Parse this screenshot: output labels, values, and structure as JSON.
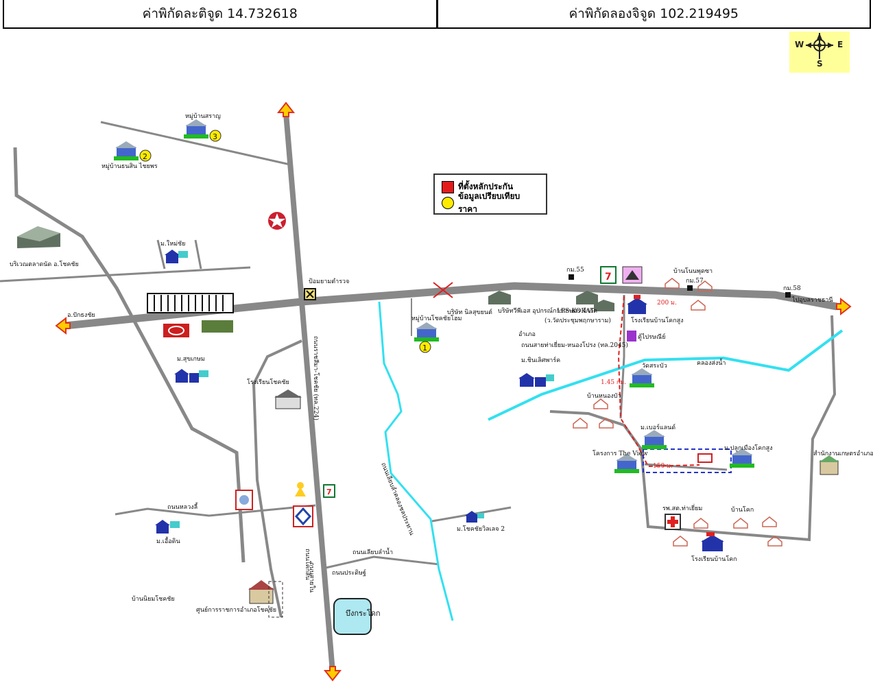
{
  "coordinates": {
    "latitude_label": "ค่าพิกัดละติจูด 14.732618",
    "longitude_label": "ค่าพิกัดลองจิจูด 102.219495"
  },
  "compass": {
    "west": "W",
    "east": "E",
    "south": "S"
  },
  "legend": {
    "subject": {
      "label": "ที่ตั้งหลักประกัน",
      "color": "#e31b1b"
    },
    "comparables": {
      "label": "ข้อมูลเปรียบเทียบราคา",
      "color": "#ffeb00"
    }
  },
  "colors": {
    "road": "#888888",
    "river": "#33e0f0",
    "arrow": "#ffcc00",
    "route": "#e02020"
  },
  "labels": {
    "village3": "หมู่บ้านสราญ",
    "village2": "หมู่บ้านธนสิน ไชยพร",
    "market": "บริเวณตลาดนัด อ.โชคชัย",
    "mu_bannmai": "ม.ใหม่ชัย",
    "dest_west": "อ.ปักธงชัย",
    "junction_police": "ป้อมยามตำรวจ",
    "tollgate_area": "บริษัท นิลสุขยนต์",
    "mu_sukkasem": "ม.สุขเกษม",
    "highway_name": "ถนนราชสีมา-โชคชัย (ทล.224)",
    "school_main": "โรงเรียนโชคชัย",
    "village1": "หมู่บ้านโชคชัยโฮม",
    "komet_shop": "บริษัทวีพีเอส อุปกรณ์การเกษตร จำกัด",
    "komet_area": "(ว.วัดประชุมพฤกษาราม)",
    "chamber": "อำเภอ",
    "lots_sale": "LPS-KORAT",
    "grid_km": "ถนนสายท่าเยี่ยม-หนองโปรง (ทล.2045)",
    "mu_chinlert": "ม.ชินเลิศพาร์ค",
    "dist_150m": "150 ม.",
    "dist_145km": "1.45 กม.",
    "dist_200m": "200 ม.",
    "school_ban": "โรงเรียนบ้านโคกสูง",
    "village_north": "บ้านโนนพุดซา",
    "dest_east": "ไปอุบลราชธานี",
    "km55": "กม.55",
    "km57": "กม.57",
    "km_marker": "กม.58",
    "mu_cherd": "ม.เบอร์แลนด์",
    "temple_b": "วัดสระบัว",
    "post": "ตู้ไปรษณีย์",
    "canal": "คลองส่งน้ำ",
    "house_a": "บ้านหนองบัว",
    "the_view": "โครงการ The View",
    "mu_pluk": "ม.ปลูกเมืองโคกสูง",
    "office_right": "สำนักงานเกษตรอำเภอ",
    "hospital": "รพ.สต.ท่าเยี่ยม",
    "house_b": "บ้านโคก",
    "school_b": "โรงเรียนบ้านโคก",
    "road_a": "ถนนหลวงลี้",
    "mu_dokmai": "ม.เอื้อดิน",
    "mu_right2": "ม.โชคชัยวิลเลจ 2",
    "road_b": "ถนนเลียบลำน้ำ",
    "road_c": "ถนนประดิษฐ์",
    "road_d": "ถนนโคกสั่น",
    "road_e": "ถนนเลียบลำคลองชลประทาน",
    "road_f": "ถนนสายใน",
    "house_left": "บ้านนิยมโชคชัย",
    "govt_centre": "ศูนย์การราชการอำเภอโชคชัย",
    "pond": "บึงกระโดก"
  }
}
